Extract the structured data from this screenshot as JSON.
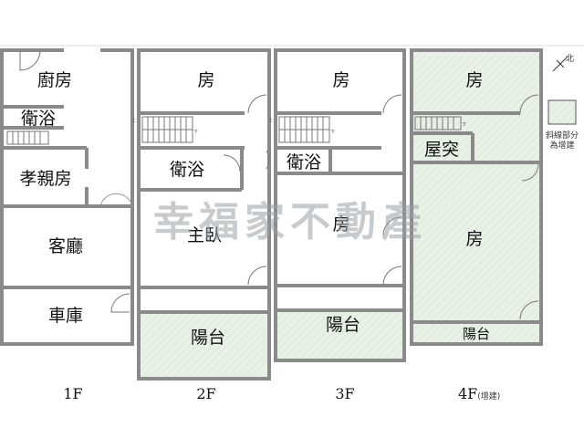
{
  "floors": [
    {
      "label": "1F",
      "rooms": [
        "廚房",
        "衛浴",
        "孝親房",
        "客廳",
        "車庫"
      ]
    },
    {
      "label": "2F",
      "rooms": [
        "房",
        "衛浴",
        "主臥",
        "陽台"
      ]
    },
    {
      "label": "3F",
      "rooms": [
        "房",
        "衛浴",
        "房",
        "陽台"
      ]
    },
    {
      "label": "4F",
      "suffix": "(增建)",
      "rooms": [
        "房",
        "屋突",
        "房",
        "陽台"
      ]
    }
  ],
  "stair_marks": {
    "up": "上",
    "down": "下"
  },
  "legend": {
    "line1": "斜線部分",
    "line2": "為增建"
  },
  "compass": {
    "label": "北"
  },
  "watermark": "幸福家不動產",
  "colors": {
    "wall": "#8a8a8a",
    "added_area": "#e6f0e3",
    "balcony": "#e6f0e3"
  }
}
